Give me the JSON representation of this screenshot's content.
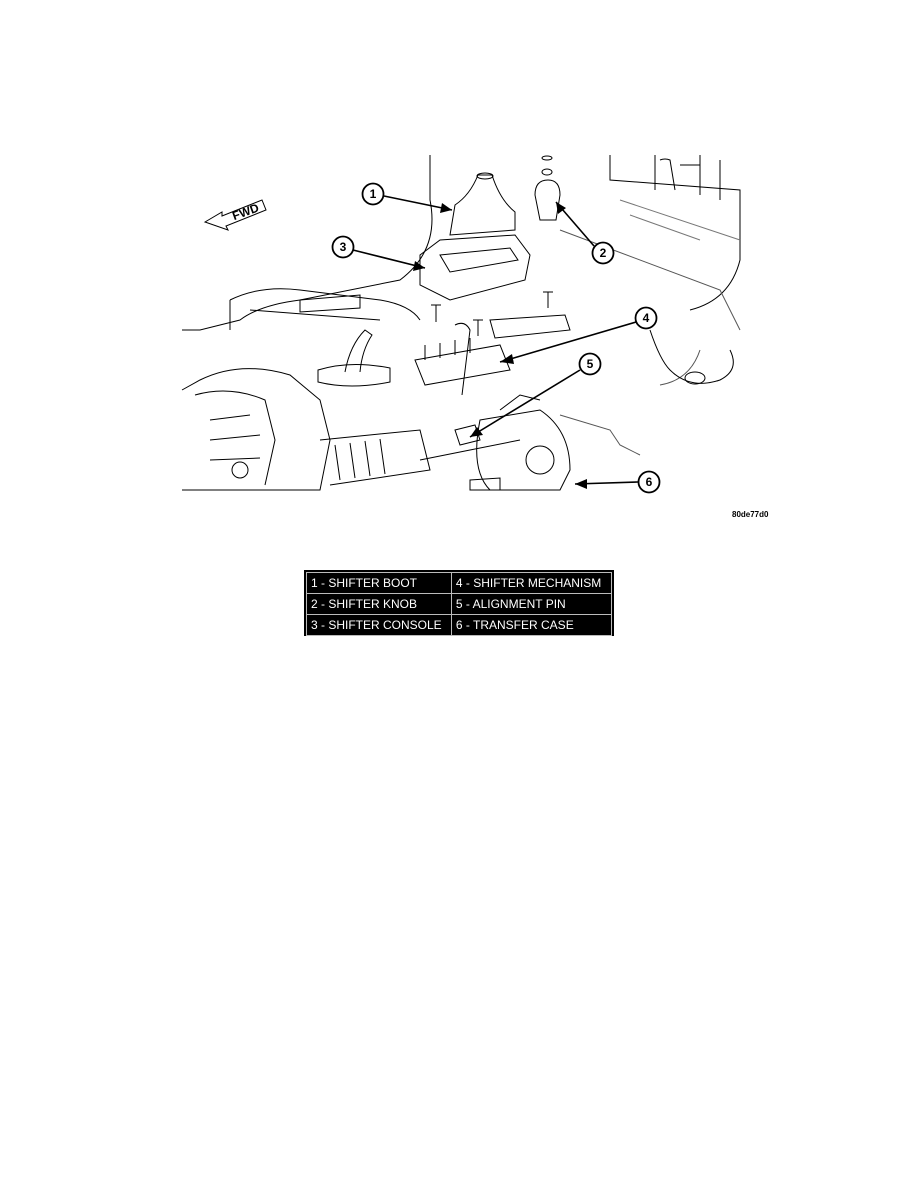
{
  "figure": {
    "direction_label": "FWD",
    "figure_id": "80de77d0",
    "callouts": [
      {
        "number": "1"
      },
      {
        "number": "2"
      },
      {
        "number": "3"
      },
      {
        "number": "4"
      },
      {
        "number": "5"
      },
      {
        "number": "6"
      }
    ]
  },
  "legend": {
    "rows": [
      {
        "left": "1 - SHIFTER BOOT",
        "right": "4 - SHIFTER MECHANISM"
      },
      {
        "left": "2 - SHIFTER KNOB",
        "right": "5 - ALIGNMENT PIN"
      },
      {
        "left": "3 - SHIFTER CONSOLE",
        "right": "6 - TRANSFER CASE"
      }
    ]
  }
}
